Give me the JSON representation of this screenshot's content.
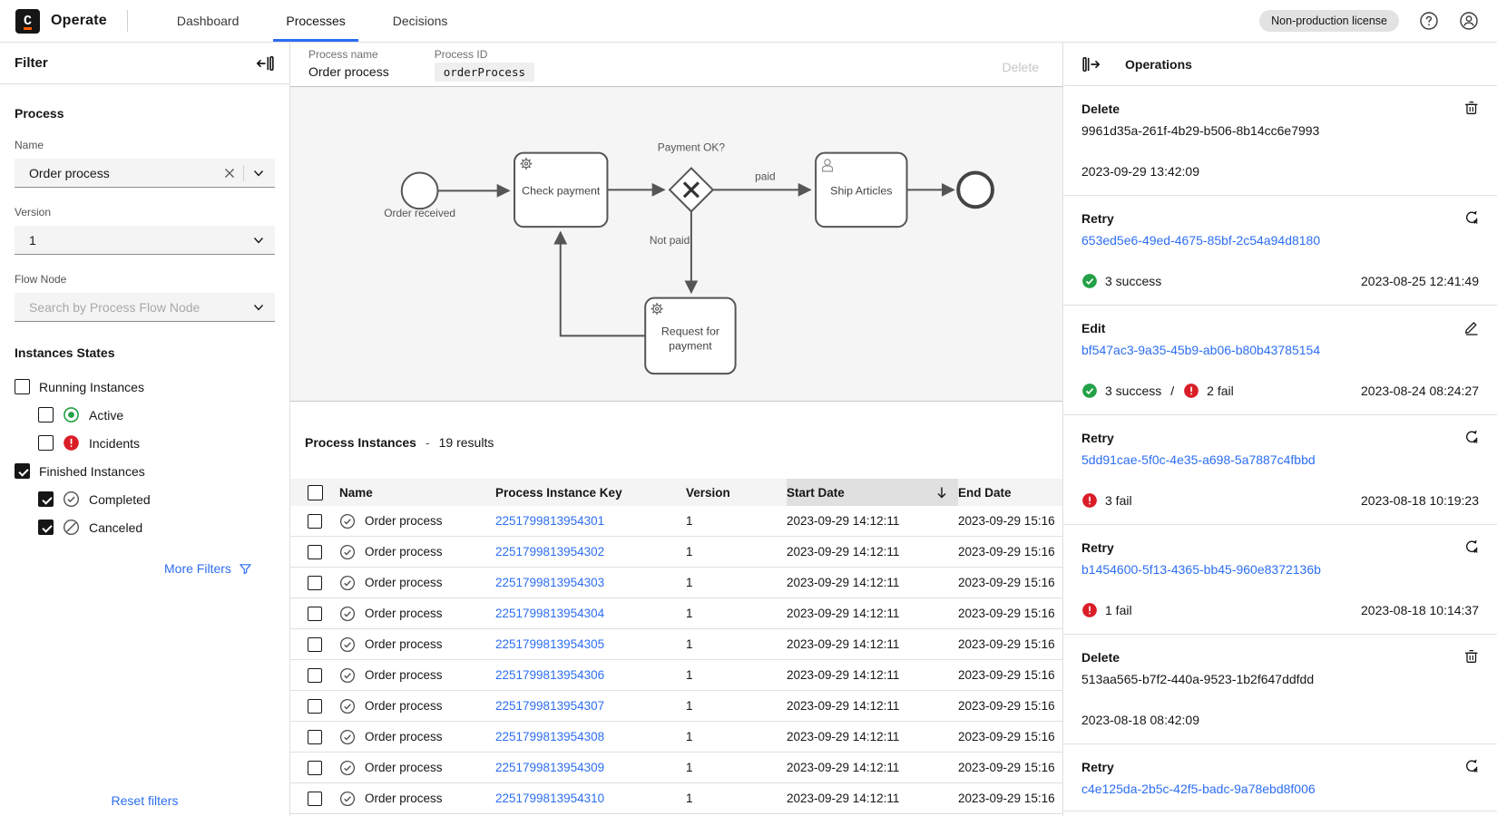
{
  "header": {
    "app_title": "Operate",
    "logo_letter": "C",
    "tabs": [
      {
        "label": "Dashboard",
        "active": false
      },
      {
        "label": "Processes",
        "active": true
      },
      {
        "label": "Decisions",
        "active": false
      }
    ],
    "license_badge": "Non-production license"
  },
  "filter_panel": {
    "title": "Filter",
    "process_section": "Process",
    "name_label": "Name",
    "name_value": "Order process",
    "version_label": "Version",
    "version_value": "1",
    "flow_node_label": "Flow Node",
    "flow_node_placeholder": "Search by Process Flow Node",
    "states_title": "Instances States",
    "states": [
      {
        "label": "Running Instances",
        "checked": false,
        "indent": false,
        "icon": null
      },
      {
        "label": "Active",
        "checked": false,
        "indent": true,
        "icon": "active"
      },
      {
        "label": "Incidents",
        "checked": false,
        "indent": true,
        "icon": "incident"
      },
      {
        "label": "Finished Instances",
        "checked": true,
        "indent": false,
        "icon": null
      },
      {
        "label": "Completed",
        "checked": true,
        "indent": true,
        "icon": "completed"
      },
      {
        "label": "Canceled",
        "checked": true,
        "indent": true,
        "icon": "canceled"
      }
    ],
    "more_filters": "More Filters",
    "reset_filters": "Reset filters"
  },
  "process_panel": {
    "name_label": "Process name",
    "name_value": "Order process",
    "id_label": "Process ID",
    "id_value": "orderProcess",
    "delete_label": "Delete"
  },
  "diagram": {
    "start_event": "Order received",
    "task_check": "Check payment",
    "gateway_label": "Payment OK?",
    "edge_paid": "paid",
    "edge_not_paid": "Not paid",
    "task_ship": "Ship Articles",
    "task_request_line1": "Request for",
    "task_request_line2": "payment"
  },
  "instances": {
    "title": "Process Instances",
    "separator": "-",
    "results": "19 results",
    "columns": [
      "Name",
      "Process Instance Key",
      "Version",
      "Start Date",
      "End Date"
    ],
    "sorted_column": "Start Date",
    "rows": [
      {
        "name": "Order process",
        "key": "2251799813954301",
        "version": "1",
        "start": "2023-09-29 14:12:11",
        "end": "2023-09-29 15:16"
      },
      {
        "name": "Order process",
        "key": "2251799813954302",
        "version": "1",
        "start": "2023-09-29 14:12:11",
        "end": "2023-09-29 15:16"
      },
      {
        "name": "Order process",
        "key": "2251799813954303",
        "version": "1",
        "start": "2023-09-29 14:12:11",
        "end": "2023-09-29 15:16"
      },
      {
        "name": "Order process",
        "key": "2251799813954304",
        "version": "1",
        "start": "2023-09-29 14:12:11",
        "end": "2023-09-29 15:16"
      },
      {
        "name": "Order process",
        "key": "2251799813954305",
        "version": "1",
        "start": "2023-09-29 14:12:11",
        "end": "2023-09-29 15:16"
      },
      {
        "name": "Order process",
        "key": "2251799813954306",
        "version": "1",
        "start": "2023-09-29 14:12:11",
        "end": "2023-09-29 15:16"
      },
      {
        "name": "Order process",
        "key": "2251799813954307",
        "version": "1",
        "start": "2023-09-29 14:12:11",
        "end": "2023-09-29 15:16"
      },
      {
        "name": "Order process",
        "key": "2251799813954308",
        "version": "1",
        "start": "2023-09-29 14:12:11",
        "end": "2023-09-29 15:16"
      },
      {
        "name": "Order process",
        "key": "2251799813954309",
        "version": "1",
        "start": "2023-09-29 14:12:11",
        "end": "2023-09-29 15:16"
      },
      {
        "name": "Order process",
        "key": "2251799813954310",
        "version": "1",
        "start": "2023-09-29 14:12:11",
        "end": "2023-09-29 15:16"
      }
    ]
  },
  "operations": {
    "title": "Operations",
    "entries": [
      {
        "type": "Delete",
        "id": "9961d35a-261f-4b29-b506-8b14cc6e7993",
        "id_link": false,
        "success": null,
        "fail": null,
        "timestamp": "2023-09-29 13:42:09",
        "timestamp_align": "left"
      },
      {
        "type": "Retry",
        "id": "653ed5e6-49ed-4675-85bf-2c54a94d8180",
        "id_link": true,
        "success": "3 success",
        "fail": null,
        "timestamp": "2023-08-25 12:41:49",
        "timestamp_align": "right"
      },
      {
        "type": "Edit",
        "id": "bf547ac3-9a35-45b9-ab06-b80b43785154",
        "id_link": true,
        "success": "3 success",
        "fail": "2 fail",
        "timestamp": "2023-08-24 08:24:27",
        "timestamp_align": "right"
      },
      {
        "type": "Retry",
        "id": "5dd91cae-5f0c-4e35-a698-5a7887c4fbbd",
        "id_link": true,
        "success": null,
        "fail": "3 fail",
        "timestamp": "2023-08-18 10:19:23",
        "timestamp_align": "right"
      },
      {
        "type": "Retry",
        "id": "b1454600-5f13-4365-bb45-960e8372136b",
        "id_link": true,
        "success": null,
        "fail": "1 fail",
        "timestamp": "2023-08-18 10:14:37",
        "timestamp_align": "right"
      },
      {
        "type": "Delete",
        "id": "513aa565-b7f2-440a-9523-1b2f647ddfdd",
        "id_link": false,
        "success": null,
        "fail": null,
        "timestamp": "2023-08-18 08:42:09",
        "timestamp_align": "left"
      },
      {
        "type": "Retry",
        "id": "c4e125da-2b5c-42f5-badc-9a78ebd8f006",
        "id_link": true,
        "success": null,
        "fail": null,
        "timestamp": null,
        "timestamp_align": null
      }
    ]
  },
  "colors": {
    "accent_blue": "#2c6ef2",
    "success_green": "#24a148",
    "error_red": "#da1e28",
    "checkbox_black": "#161616",
    "field_gray": "#f4f4f4",
    "sorted_header_gray": "#e0e0e0",
    "diagram_bg": "#f5f5f5"
  }
}
